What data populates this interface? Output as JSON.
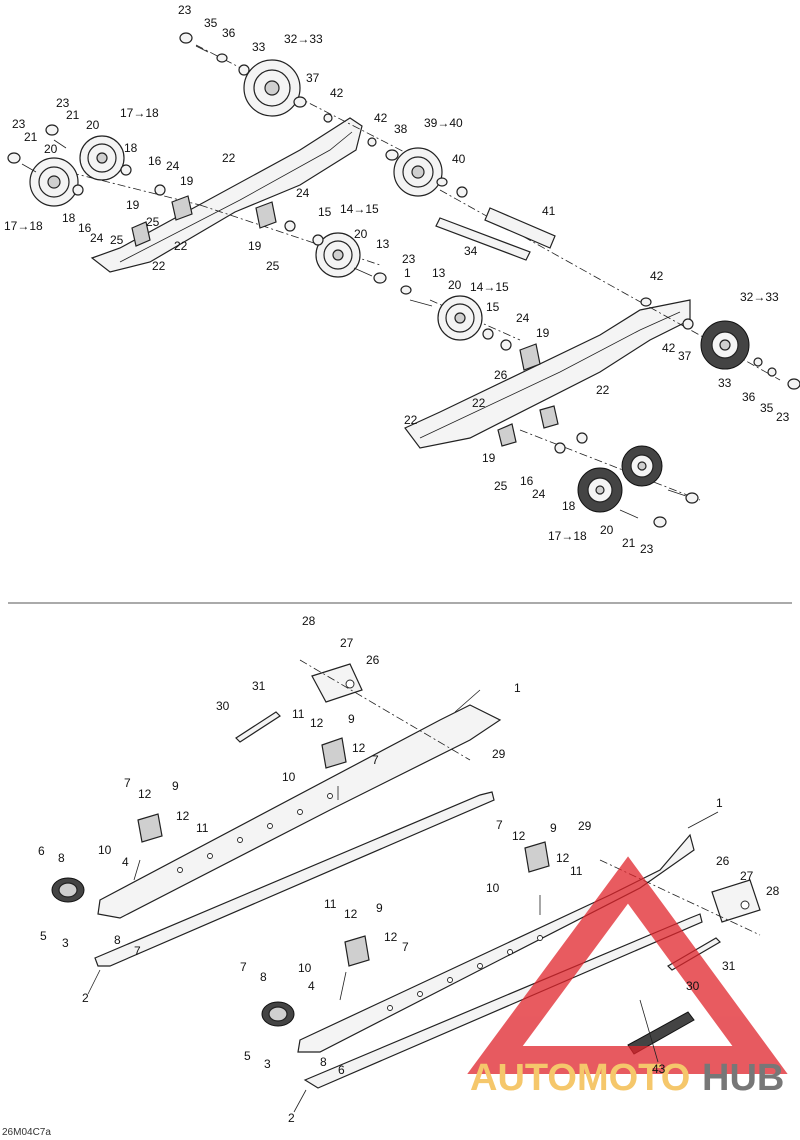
{
  "drawing_code": "26M04C7a",
  "watermark": {
    "word1": "AUTOMOTO",
    "word2": "HUB",
    "color1": "#f2b53a",
    "color2": "#4a4a4a",
    "triangle_color": "#e0242b"
  },
  "labels_top": [
    "23",
    "35",
    "36",
    "33",
    "32→33",
    "37",
    "42",
    "42",
    "38",
    "39→40",
    "40",
    "41",
    "34",
    "23",
    "21",
    "20",
    "17→18",
    "18",
    "16",
    "24",
    "19",
    "23",
    "21",
    "20",
    "17→18",
    "18",
    "16",
    "24",
    "25",
    "19",
    "25",
    "22",
    "22",
    "22",
    "24",
    "15",
    "14→15",
    "20",
    "13",
    "19",
    "25",
    "23",
    "1",
    "13",
    "20",
    "14→15",
    "15",
    "24",
    "19",
    "26",
    "42",
    "32→33",
    "42",
    "37",
    "33",
    "36",
    "35",
    "23",
    "22",
    "22",
    "22",
    "19",
    "25",
    "16",
    "24",
    "18",
    "17→18",
    "20",
    "21",
    "23"
  ],
  "labels_bottom": [
    "28",
    "27",
    "26",
    "31",
    "1",
    "30",
    "11",
    "12",
    "9",
    "12",
    "7",
    "10",
    "29",
    "7",
    "12",
    "9",
    "12",
    "11",
    "10",
    "4",
    "6",
    "8",
    "5",
    "3",
    "8",
    "7",
    "2",
    "7",
    "12",
    "9",
    "29",
    "12",
    "11",
    "10",
    "1",
    "26",
    "27",
    "28",
    "31",
    "30",
    "11",
    "12",
    "9",
    "12",
    "7",
    "10",
    "7",
    "8",
    "4",
    "5",
    "3",
    "8",
    "6",
    "2",
    "43"
  ]
}
